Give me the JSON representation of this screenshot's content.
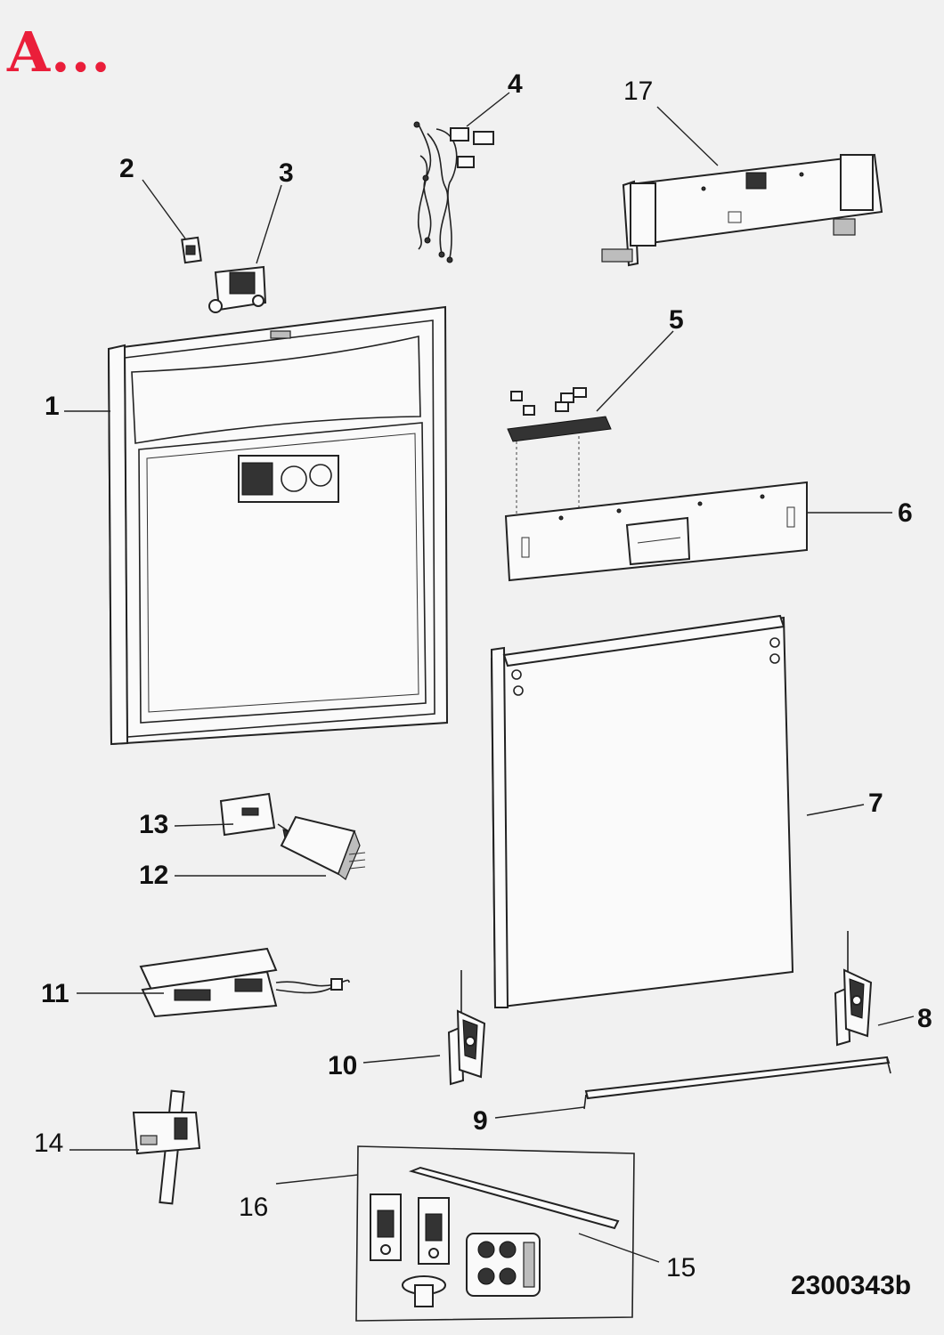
{
  "brand": {
    "text": "A..."
  },
  "diagram": {
    "doc_number": "2300343b",
    "labels": {
      "p1": "1",
      "p2": "2",
      "p3": "3",
      "p4": "4",
      "p5": "5",
      "p6": "6",
      "p7": "7",
      "p8": "8",
      "p9": "9",
      "p10": "10",
      "p11": "11",
      "p12": "12",
      "p13": "13",
      "p14": "14",
      "p15": "15",
      "p16": "16",
      "p17": "17"
    }
  },
  "colors": {
    "brand": "#ea1e3a",
    "background": "#f1f1f1",
    "ink": "#222222"
  }
}
